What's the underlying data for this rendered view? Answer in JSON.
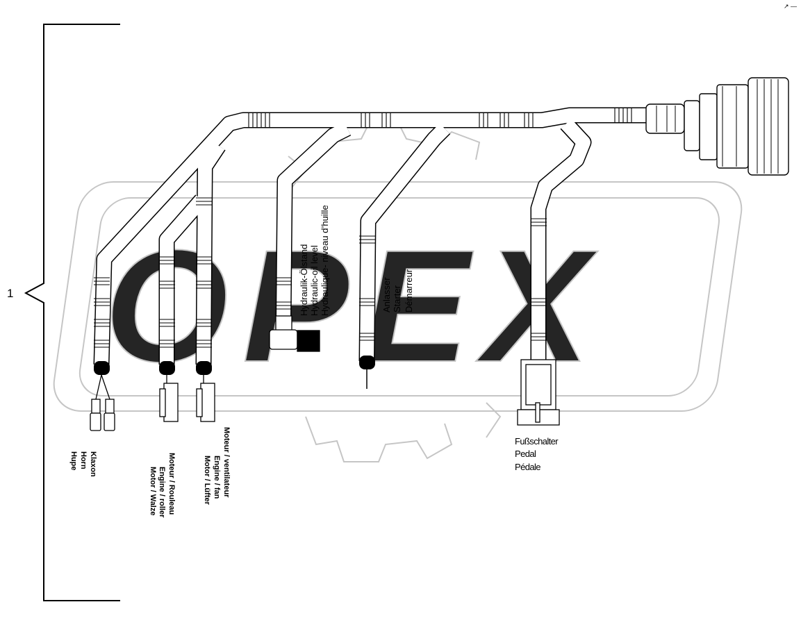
{
  "corner_mark": "↗ —",
  "watermark": "OPEX",
  "item_number": "1",
  "labels": {
    "horn": [
      "Hupe",
      "Horn",
      "Klaxon"
    ],
    "roller": [
      "Motor / Walze",
      "Engine / roller",
      "Moteur / Rouleau"
    ],
    "fan": [
      "Motor / Lüfter",
      "Engine / fan",
      "Moteur / ventilateur"
    ],
    "hydraulic": [
      "Hydraulik-Ölstand",
      "Hydraulic-oil level",
      "Hydraulique- niveau d’huille"
    ],
    "starter": [
      "Anlasser",
      "Starter",
      "Démarreur"
    ],
    "pedal": [
      "Fußschalter",
      "Pedal",
      "Pédale"
    ]
  }
}
